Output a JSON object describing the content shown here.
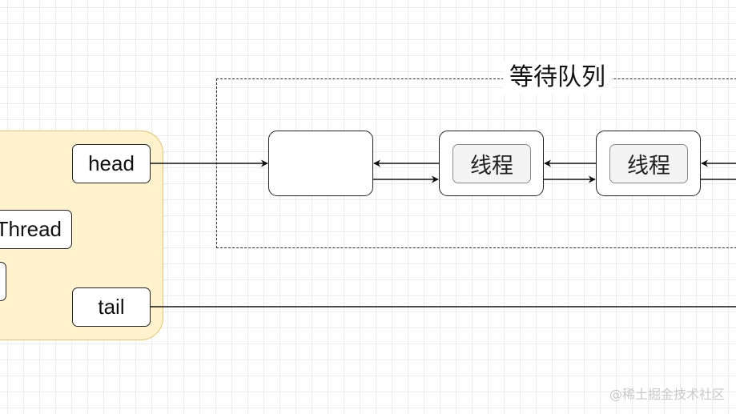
{
  "diagram": {
    "queue_title": "等待队列",
    "fields": {
      "head": "head",
      "thread": "Thread",
      "tail": "tail"
    },
    "nodes": [
      {
        "label": ""
      },
      {
        "label": "线程"
      },
      {
        "label": "线程"
      }
    ]
  },
  "watermark": "@稀土掘金技术社区",
  "colors": {
    "panel_fill": "#fff2cc",
    "panel_border": "#e6c46b",
    "grid": "#ebebeb",
    "line": "#111111"
  }
}
